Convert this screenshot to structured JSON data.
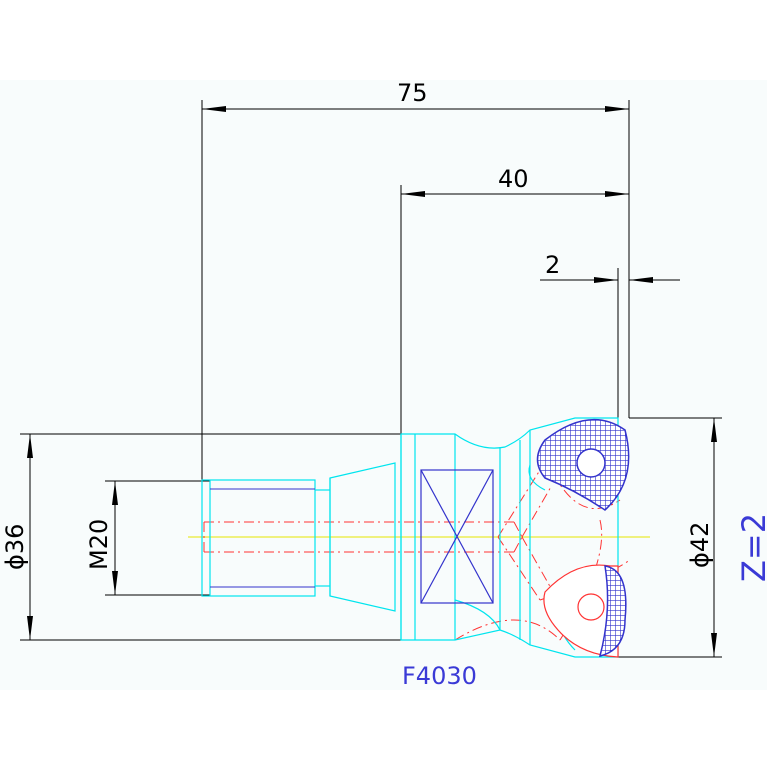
{
  "dimensions": {
    "overall_length": "75",
    "head_length": "40",
    "insert_offset": "2",
    "shank_diameter": "ϕ36",
    "thread": "M20",
    "cutter_diameter": "ϕ42",
    "teeth": "Z=2"
  },
  "part_number": "F4030",
  "colors": {
    "background": "#f8fcfc",
    "dimension": "#000000",
    "outline": "#00e5ee",
    "hidden": "#ff3333",
    "center": "#e6e600",
    "insert": "#3333cc",
    "label": "#3a3ad6"
  }
}
